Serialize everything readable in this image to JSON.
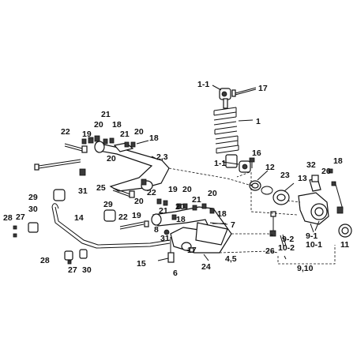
{
  "colors": {
    "ink": "#111111",
    "background": "#ffffff",
    "shade": "#3a3a3a"
  },
  "labels": [
    {
      "id": "1-1-top",
      "text": "1-1"
    },
    {
      "id": "17-top",
      "text": "17"
    },
    {
      "id": "1",
      "text": "1"
    },
    {
      "id": "21-a",
      "text": "21"
    },
    {
      "id": "22-a",
      "text": "22"
    },
    {
      "id": "20-a",
      "text": "20"
    },
    {
      "id": "18-a",
      "text": "18"
    },
    {
      "id": "19-a",
      "text": "19"
    },
    {
      "id": "21-b",
      "text": "21"
    },
    {
      "id": "20-b",
      "text": "20"
    },
    {
      "id": "18-b",
      "text": "18"
    },
    {
      "id": "16",
      "text": "16"
    },
    {
      "id": "20-c",
      "text": "20"
    },
    {
      "id": "2-3",
      "text": "2,3"
    },
    {
      "id": "1-1-mid",
      "text": "1-1"
    },
    {
      "id": "12",
      "text": "12"
    },
    {
      "id": "13",
      "text": "13"
    },
    {
      "id": "23",
      "text": "23"
    },
    {
      "id": "32",
      "text": "32"
    },
    {
      "id": "18-right",
      "text": "18"
    },
    {
      "id": "26-right",
      "text": "26"
    },
    {
      "id": "31-upper",
      "text": "31"
    },
    {
      "id": "25",
      "text": "25"
    },
    {
      "id": "22-b",
      "text": "22"
    },
    {
      "id": "20-d",
      "text": "20"
    },
    {
      "id": "20-e",
      "text": "20"
    },
    {
      "id": "29-a",
      "text": "29"
    },
    {
      "id": "19-b",
      "text": "19"
    },
    {
      "id": "21-c",
      "text": "21"
    },
    {
      "id": "20-f",
      "text": "20"
    },
    {
      "id": "29-b",
      "text": "29"
    },
    {
      "id": "28-a",
      "text": "28"
    },
    {
      "id": "27-a",
      "text": "27"
    },
    {
      "id": "30-a",
      "text": "30"
    },
    {
      "id": "14",
      "text": "14"
    },
    {
      "id": "22-c",
      "text": "22"
    },
    {
      "id": "19-c",
      "text": "19"
    },
    {
      "id": "20-g",
      "text": "20"
    },
    {
      "id": "21-d",
      "text": "21"
    },
    {
      "id": "18-c",
      "text": "18"
    },
    {
      "id": "18-d",
      "text": "18"
    },
    {
      "id": "7",
      "text": "7"
    },
    {
      "id": "31-lower",
      "text": "31"
    },
    {
      "id": "8",
      "text": "8"
    },
    {
      "id": "9-1",
      "text": "9-1"
    },
    {
      "id": "10-1",
      "text": "10-1"
    },
    {
      "id": "9-2",
      "text": "9-2"
    },
    {
      "id": "10-2",
      "text": "10-2"
    },
    {
      "id": "11",
      "text": "11"
    },
    {
      "id": "26-lower",
      "text": "26"
    },
    {
      "id": "4-5",
      "text": "4,5"
    },
    {
      "id": "17-lower",
      "text": "17"
    },
    {
      "id": "28-b",
      "text": "28"
    },
    {
      "id": "27-b",
      "text": "27"
    },
    {
      "id": "30-b",
      "text": "30"
    },
    {
      "id": "15",
      "text": "15"
    },
    {
      "id": "6",
      "text": "6"
    },
    {
      "id": "24",
      "text": "24"
    },
    {
      "id": "9-10",
      "text": "9,10"
    }
  ]
}
